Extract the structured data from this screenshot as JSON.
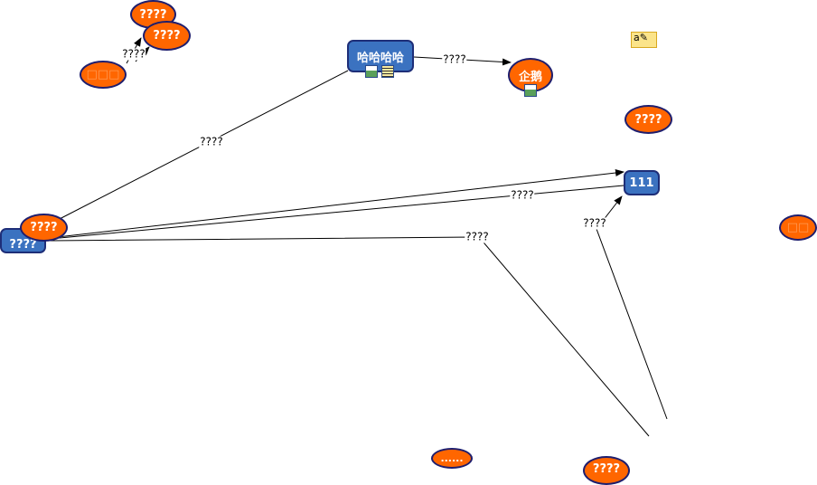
{
  "nodes": {
    "top1": "????",
    "top2": "????",
    "left_small": "□□□",
    "hahaha": "哈哈哈哈",
    "penguin": "企鹅",
    "right_mid": "????",
    "n111": "111",
    "far_right": "□□",
    "left_box": "????",
    "left_ell": "????",
    "bottom1": "......",
    "bottom2": "????"
  },
  "links": {
    "a": "????",
    "b": "????",
    "c": "????",
    "d": "????",
    "e": "????",
    "f": "????",
    "g": "????"
  },
  "colors": {
    "concept": "#ff6600",
    "box": "#3b72c0",
    "border": "#1e1e6e"
  }
}
